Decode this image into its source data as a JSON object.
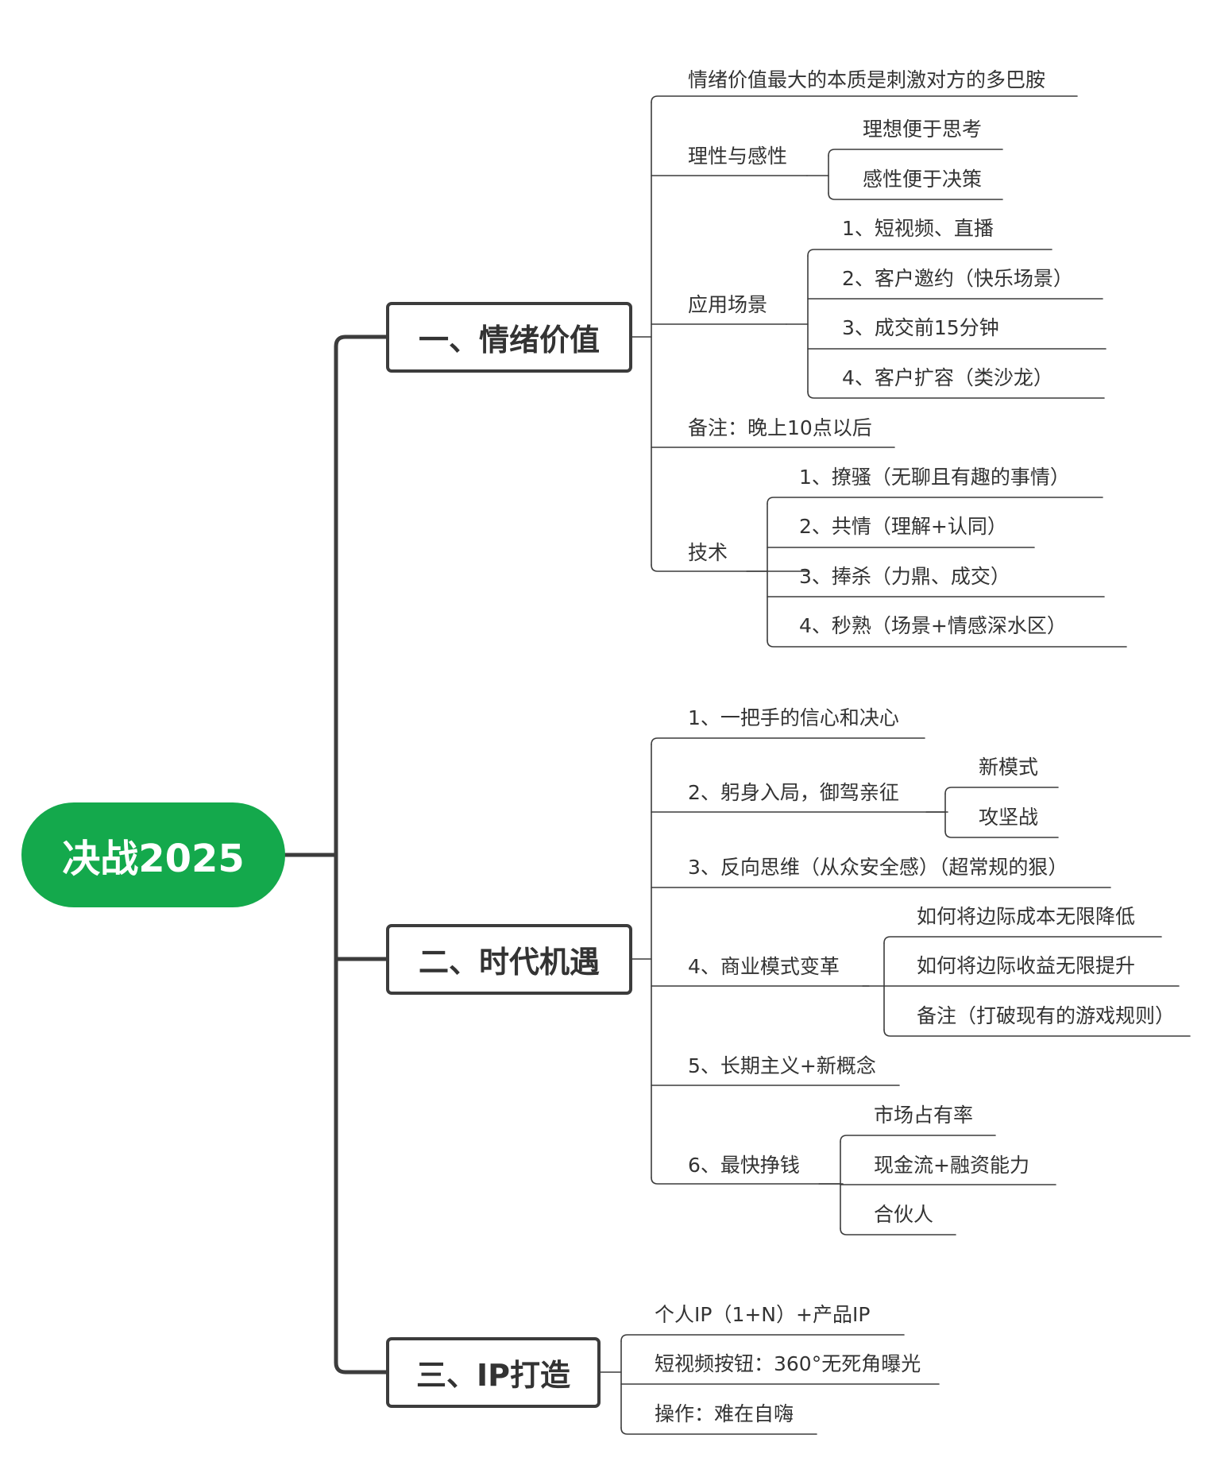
{
  "root": {
    "label": "决战2025"
  },
  "colors": {
    "root_fill": "#14a94c",
    "line": "#3c3c3c",
    "text": "#333333"
  },
  "branches": [
    {
      "label": "一、情绪价值",
      "children": [
        {
          "label": "情绪价值最大的本质是刺激对方的多巴胺"
        },
        {
          "label": "理性与感性",
          "children": [
            {
              "label": "理想便于思考"
            },
            {
              "label": "感性便于决策"
            }
          ]
        },
        {
          "label": "应用场景",
          "children": [
            {
              "label": "1、短视频、直播"
            },
            {
              "label": "2、客户邀约（快乐场景）"
            },
            {
              "label": "3、成交前15分钟"
            },
            {
              "label": "4、客户扩容（类沙龙）"
            }
          ]
        },
        {
          "label": "备注：晚上10点以后"
        },
        {
          "label": "技术",
          "children": [
            {
              "label": "1、撩骚（无聊且有趣的事情）"
            },
            {
              "label": "2、共情（理解+认同）"
            },
            {
              "label": "3、捧杀（力鼎、成交）"
            },
            {
              "label": "4、秒熟（场景+情感深水区）"
            }
          ]
        }
      ]
    },
    {
      "label": "二、时代机遇",
      "children": [
        {
          "label": "1、一把手的信心和决心"
        },
        {
          "label": "2、躬身入局，御驾亲征",
          "children": [
            {
              "label": "新模式"
            },
            {
              "label": "攻坚战"
            }
          ]
        },
        {
          "label": "3、反向思维（从众安全感）（超常规的狠）"
        },
        {
          "label": "4、商业模式变革",
          "children": [
            {
              "label": "如何将边际成本无限降低"
            },
            {
              "label": "如何将边际收益无限提升"
            },
            {
              "label": "备注（打破现有的游戏规则）"
            }
          ]
        },
        {
          "label": "5、长期主义+新概念"
        },
        {
          "label": "6、最快挣钱",
          "children": [
            {
              "label": "市场占有率"
            },
            {
              "label": "现金流+融资能力"
            },
            {
              "label": "合伙人"
            }
          ]
        }
      ]
    },
    {
      "label": "三、IP打造",
      "children": [
        {
          "label": "个人IP（1+N）+产品IP"
        },
        {
          "label": "短视频按钮：360°无死角曝光"
        },
        {
          "label": "操作：难在自嗨"
        }
      ]
    }
  ]
}
